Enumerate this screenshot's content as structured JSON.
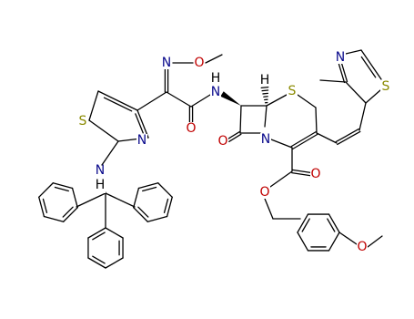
{
  "title": "",
  "colors": {
    "bond": "#000000",
    "N": "#0a0a8c",
    "O": "#c00000",
    "S": "#8a8a00",
    "C": "#000000",
    "H": "#000000"
  },
  "labels": {
    "n_oxime": "N",
    "o_oxime": "O",
    "nh_amide": "N",
    "h_amide": "H",
    "o_amide": "O",
    "s_thiazole_left": "S",
    "n_thiazole_left": "N",
    "nh_trityl": "N",
    "h_trityl": "H",
    "h_stereo": "H",
    "s_cephem": "S",
    "n_lactam": "N",
    "o_lactam": "O",
    "o_ester_carbonyl": "O",
    "o_ester": "O",
    "o_methoxy": "O",
    "n_thiazole_right": "N",
    "s_thiazole_right": "S"
  }
}
